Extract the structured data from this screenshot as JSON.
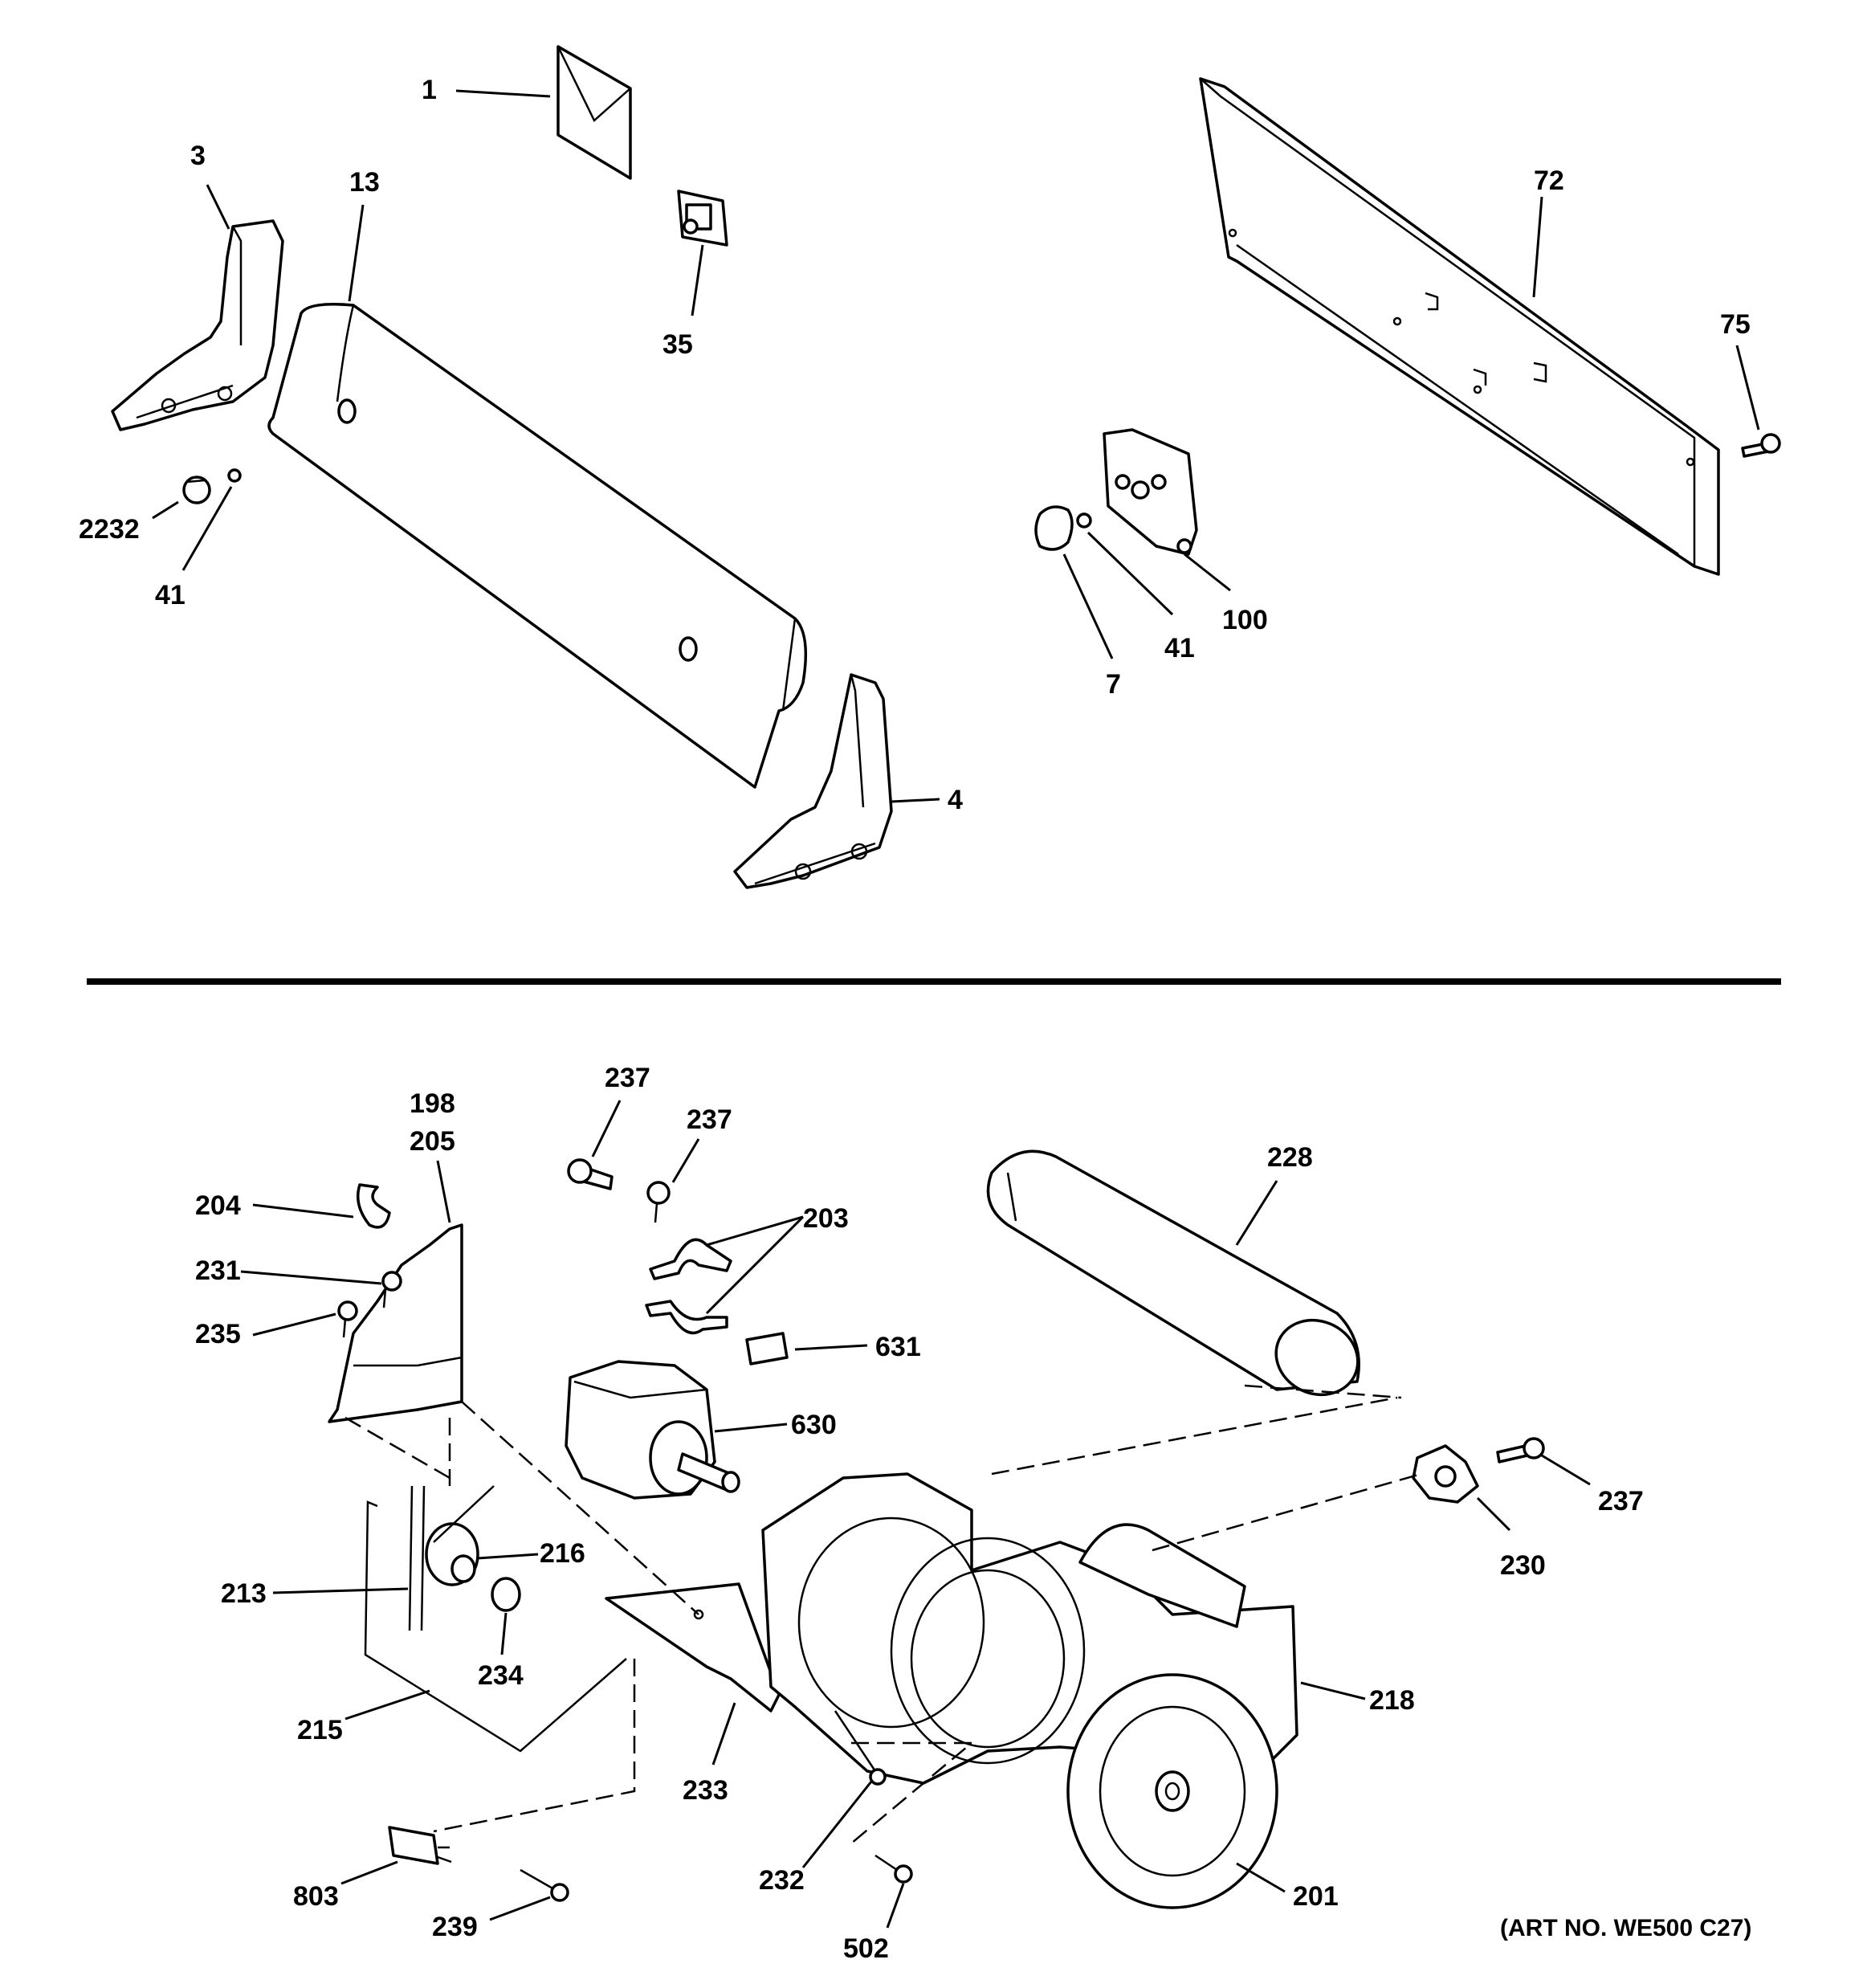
{
  "diagram": {
    "art_number": "(ART NO. WE500 C27)",
    "callouts": {
      "c1": "1",
      "c3": "3",
      "c13": "13",
      "c35": "35",
      "c2232": "2232",
      "c41a": "41",
      "c72": "72",
      "c75": "75",
      "c100": "100",
      "c41b": "41",
      "c7": "7",
      "c4": "4",
      "c198": "198",
      "c205": "205",
      "c204": "204",
      "c231": "231",
      "c235": "235",
      "c237a": "237",
      "c237b": "237",
      "c203": "203",
      "c228": "228",
      "c631": "631",
      "c630": "630",
      "c216": "216",
      "c213": "213",
      "c234": "234",
      "c215": "215",
      "c233": "233",
      "c232": "232",
      "c218": "218",
      "c230": "230",
      "c237c": "237",
      "c803": "803",
      "c239": "239",
      "c502": "502",
      "c201": "201"
    }
  }
}
